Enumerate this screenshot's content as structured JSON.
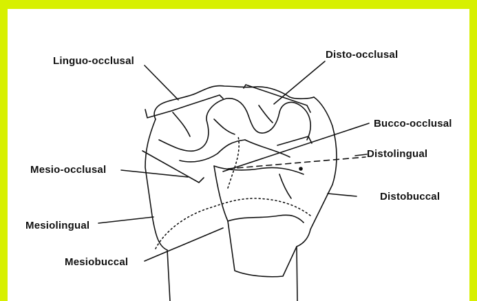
{
  "labels": {
    "linguo_occlusal": "Linguo-occlusal",
    "disto_occlusal": "Disto-occlusal",
    "bucco_occlusal": "Bucco-occlusal",
    "distolingual": "Distolingual",
    "mesio_occlusal": "Mesio-occlusal",
    "distobuccal": "Distobuccal",
    "mesiolingual": "Mesiolingual",
    "mesiobuccal": "Mesiobuccal"
  },
  "colors": {
    "border": "#d7f000",
    "line": "#111111",
    "background": "#ffffff"
  }
}
